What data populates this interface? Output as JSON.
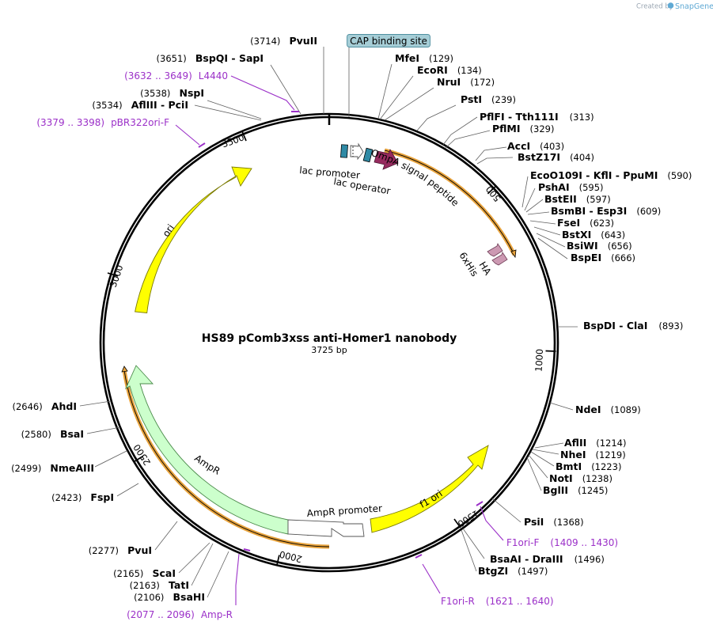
{
  "credit": {
    "prefix": "Created by",
    "brand": "SnapGene"
  },
  "plasmid": {
    "name": "HS89 pComb3xss anti-Homer1 nanobody",
    "length_label": "3725 bp",
    "length": 3725
  },
  "ticks": [
    "500",
    "1000",
    "1500",
    "2000",
    "2500",
    "3000",
    "3500"
  ],
  "sites": [
    {
      "name": "PvuII",
      "pos": "(3714)"
    },
    {
      "name": "BspQI  - SapI",
      "pos": "(3651)"
    },
    {
      "name": "NspI",
      "pos": "(3538)"
    },
    {
      "name": "AflIII  - PciI",
      "pos": "(3534)"
    },
    {
      "name": "MfeI",
      "pos": "(129)"
    },
    {
      "name": "EcoRI",
      "pos": "(134)"
    },
    {
      "name": "NruI",
      "pos": "(172)"
    },
    {
      "name": "PstI",
      "pos": "(239)"
    },
    {
      "name": "PflFI  - Tth111I",
      "pos": "(313)"
    },
    {
      "name": "PflMI",
      "pos": "(329)"
    },
    {
      "name": "AccI",
      "pos": "(403)"
    },
    {
      "name": "BstZ17I",
      "pos": "(404)"
    },
    {
      "name": "EcoO109I  - KflI  - PpuMI",
      "pos": "(590)"
    },
    {
      "name": "PshAI",
      "pos": "(595)"
    },
    {
      "name": "BstEII",
      "pos": "(597)"
    },
    {
      "name": "BsmBI  - Esp3I",
      "pos": "(609)"
    },
    {
      "name": "FseI",
      "pos": "(623)"
    },
    {
      "name": "BstXI",
      "pos": "(643)"
    },
    {
      "name": "BsiWI",
      "pos": "(656)"
    },
    {
      "name": "BspEI",
      "pos": "(666)"
    },
    {
      "name": "BspDI  - ClaI",
      "pos": "(893)"
    },
    {
      "name": "NdeI",
      "pos": "(1089)"
    },
    {
      "name": "AflII",
      "pos": "(1214)"
    },
    {
      "name": "NheI",
      "pos": "(1219)"
    },
    {
      "name": "BmtI",
      "pos": "(1223)"
    },
    {
      "name": "NotI",
      "pos": "(1238)"
    },
    {
      "name": "BglII",
      "pos": "(1245)"
    },
    {
      "name": "PsiI",
      "pos": "(1368)"
    },
    {
      "name": "BsaAI  - DraIII",
      "pos": "(1496)"
    },
    {
      "name": "BtgZI",
      "pos": "(1497)"
    },
    {
      "name": "AhdI",
      "pos": "(2646)"
    },
    {
      "name": "BsaI",
      "pos": "(2580)"
    },
    {
      "name": "NmeAIII",
      "pos": "(2499)"
    },
    {
      "name": "FspI",
      "pos": "(2423)"
    },
    {
      "name": "PvuI",
      "pos": "(2277)"
    },
    {
      "name": "ScaI",
      "pos": "(2165)"
    },
    {
      "name": "TatI",
      "pos": "(2163)"
    },
    {
      "name": "BsaHI",
      "pos": "(2106)"
    }
  ],
  "primers": [
    {
      "name": "L4440",
      "range": "(3632 .. 3649)"
    },
    {
      "name": "pBR322ori-F",
      "range": "(3379 .. 3398)"
    },
    {
      "name": "F1ori-F",
      "range": "(1409 .. 1430)"
    },
    {
      "name": "F1ori-R",
      "range": "(1621 .. 1640)"
    },
    {
      "name": "Amp-R",
      "range": "(2077 .. 2096)"
    }
  ],
  "features": [
    {
      "name": "CAP binding site",
      "color": "#a5cdd6"
    },
    {
      "name": "lac promoter",
      "color": "#ffffff"
    },
    {
      "name": "lac operator",
      "color": "#2f8aa5"
    },
    {
      "name": "OmpA signal peptide",
      "color": "#962a5e"
    },
    {
      "name": "6xHis",
      "color": "#cc99b2"
    },
    {
      "name": "HA",
      "color": "#cc99b2"
    },
    {
      "name": "ori",
      "color": "#ffff00"
    },
    {
      "name": "f1 ori",
      "color": "#ffff00"
    },
    {
      "name": "AmpR",
      "color": "#ccffcc"
    },
    {
      "name": "AmpR promoter",
      "color": "#ffffff"
    }
  ],
  "colors": {
    "backbone": "#000000",
    "primer": "#9b30c8",
    "orf_highlight": "#e8a33c"
  }
}
